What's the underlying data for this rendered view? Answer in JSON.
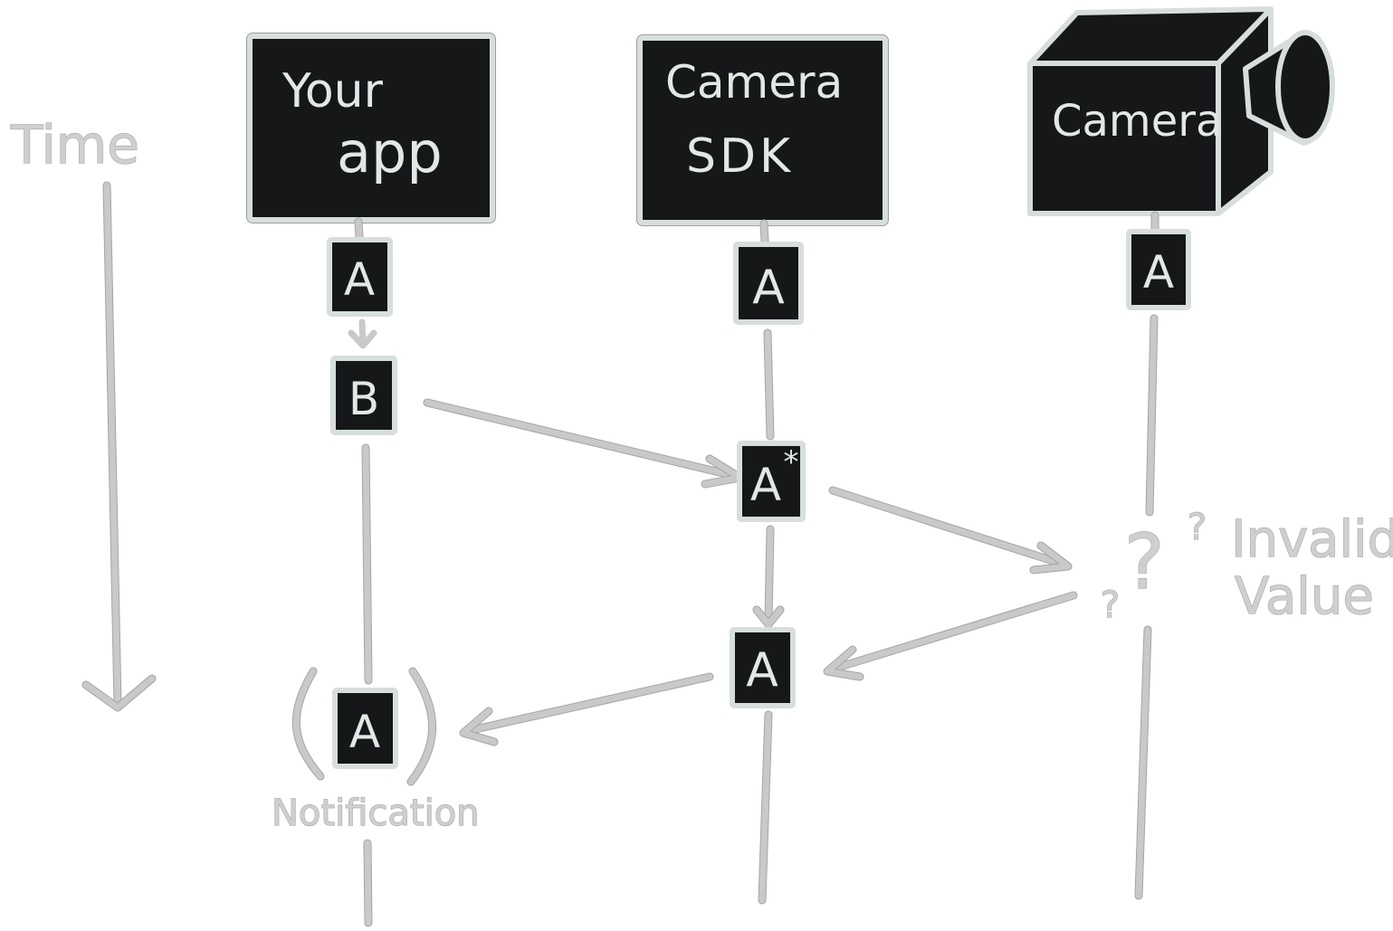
{
  "diagram": {
    "time_label": "Time",
    "actors": [
      {
        "id": "app",
        "line1": "Your",
        "line2": "app"
      },
      {
        "id": "sdk",
        "line1": "Camera",
        "line2": "SDK"
      },
      {
        "id": "camera",
        "line1": "Camera"
      }
    ],
    "tokens": {
      "app_a": "A",
      "app_b": "B",
      "sdk_a_top": "A",
      "sdk_a_star": "A",
      "sdk_a_star_mark": "*",
      "sdk_a_bottom": "A",
      "camera_a": "A",
      "notification_a": "A"
    },
    "notification_label": "Notification",
    "question_marks": {
      "big": "?",
      "small1": "?",
      "small2": "?"
    },
    "invalid_label": {
      "line1": "Invalid",
      "line2": "Value"
    }
  }
}
